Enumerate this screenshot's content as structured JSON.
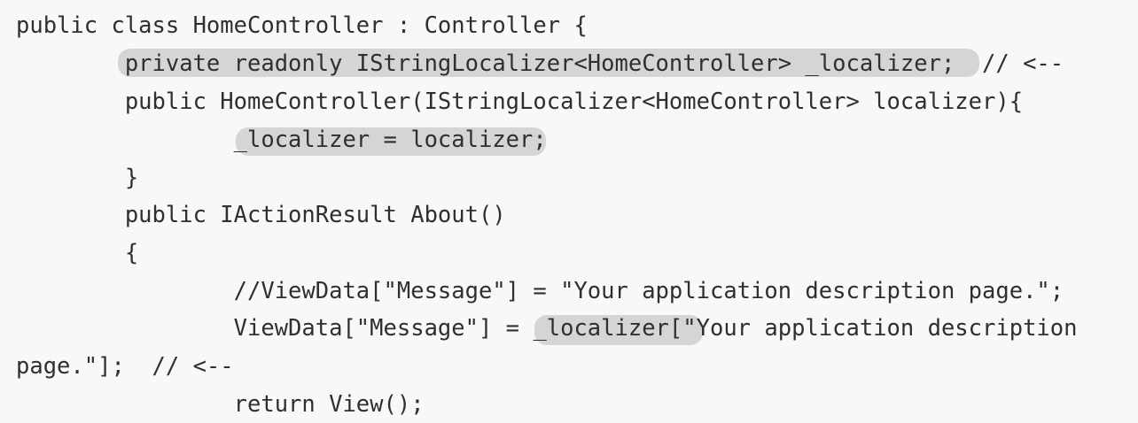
{
  "code": {
    "lines": [
      "public class HomeController : Controller {",
      "        private readonly IStringLocalizer<HomeController> _localizer;  // <--",
      "        public HomeController(IStringLocalizer<HomeController> localizer){",
      "                _localizer = localizer;",
      "        }",
      "        public IActionResult About()",
      "        {",
      "                //ViewData[\"Message\"] = \"Your application description page.\";",
      "                ViewData[\"Message\"] = _localizer[\"Your application description",
      "page.\"];  // <--",
      "                return View();"
    ],
    "highlight_color": "#d5d5d5",
    "background_color": "#f8f8f8",
    "text_color": "#2f2f2f"
  }
}
